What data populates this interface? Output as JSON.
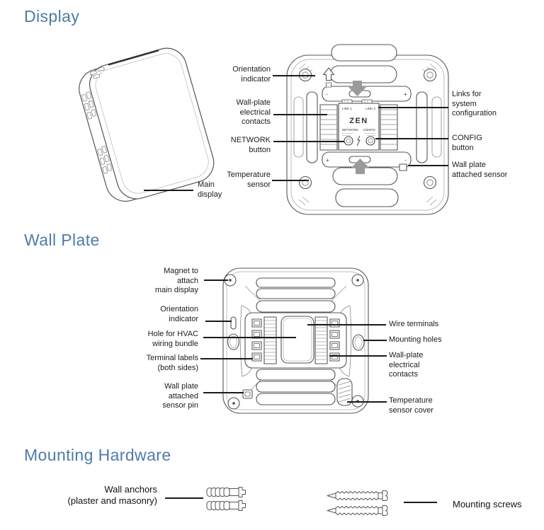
{
  "colors": {
    "heading": "#4d7ba8",
    "label_text": "#1c1c1c",
    "leader_line": "#1a1a1a",
    "line_art": "#555555"
  },
  "headings": {
    "display": "Display",
    "wall_plate": "Wall Plate",
    "mounting": "Mounting Hardware"
  },
  "display": {
    "labels": {
      "orientation": "Orientation\nindicator",
      "contacts": "Wall-plate\nelectrical\ncontacts",
      "network": "NETWORK\nbutton",
      "temperature": "Temperature\nsensor",
      "links": "Links for\nsystem\nconfiguration",
      "config": "CONFIG\nbutton",
      "attached_sensor": "Wall plate\nattached sensor",
      "main_display": "Main\ndisplay"
    },
    "device": {
      "brand": "ZEN",
      "link1": "LINK 1",
      "link2": "LINK 2",
      "network": "NETWORK",
      "config": "CONFIG",
      "battery_plus": "+",
      "battery_minus": "-"
    }
  },
  "wall_plate": {
    "labels": {
      "magnet": "Magnet to\nattach\nmain display",
      "orientation": "Orientation\nindicator",
      "hvac_hole": "Hole for HVAC\nwiring bundle",
      "terminal_labels": "Terminal labels\n(both sides)",
      "sensor_pin": "Wall plate\nattached\nsensor pin",
      "wire_terminals": "Wire terminals",
      "mounting_holes": "Mounting holes",
      "contacts": "Wall-plate\nelectrical\ncontacts",
      "sensor_cover": "Temperature\nsensor cover"
    }
  },
  "mounting": {
    "anchors": "Wall anchors\n(plaster and masonry)",
    "screws": "Mounting screws"
  }
}
